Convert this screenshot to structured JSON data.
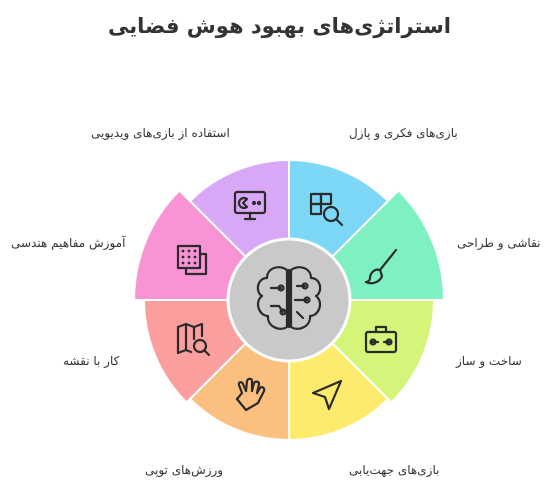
{
  "title": "استراتژی‌های بهبود هوش فضایی",
  "center": {
    "icon": "brain-circuit-icon",
    "fill": "#c9c9c9"
  },
  "segments": [
    {
      "id": "puzzles",
      "label": "بازی‌های فکری و پازل",
      "color": "#7dd8f7",
      "icon": "puzzle-search-icon"
    },
    {
      "id": "painting",
      "label": "نقاشی و طراحی",
      "color": "#7ef0c2",
      "icon": "paintbrush-icon"
    },
    {
      "id": "building",
      "label": "ساخت و ساز",
      "color": "#d4f57a",
      "icon": "toolbox-icon"
    },
    {
      "id": "orienteer",
      "label": "بازی‌های جهت‌یابی",
      "color": "#fdeb6e",
      "icon": "navigation-arrow-icon"
    },
    {
      "id": "ballsport",
      "label": "ورزش‌های توپی",
      "color": "#fbbf80",
      "icon": "hand-catch-icon"
    },
    {
      "id": "maps",
      "label": "کار با نقشه",
      "color": "#fa9e9e",
      "icon": "map-search-icon"
    },
    {
      "id": "geometry",
      "label": "آموزش مفاهیم هندسی",
      "color": "#f894d4",
      "icon": "dotted-squares-icon"
    },
    {
      "id": "video",
      "label": "استفاده از بازی‌های ویدیویی",
      "color": "#d8a7f5",
      "icon": "monitor-game-icon"
    }
  ]
}
